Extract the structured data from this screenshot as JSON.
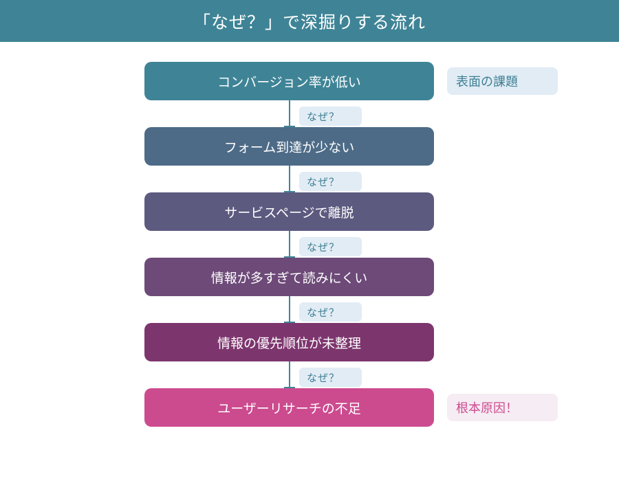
{
  "header": {
    "title": "「なぜ？」で深掘りする流れ"
  },
  "steps": [
    {
      "label": "コンバージョン率が低い",
      "color": "#3f8496"
    },
    {
      "label": "フォーム到達が少ない",
      "color": "#4d6b87"
    },
    {
      "label": "サービスページで離脱",
      "color": "#5d5a80"
    },
    {
      "label": "情報が多すぎて読みにくい",
      "color": "#6d4a78"
    },
    {
      "label": "情報の優先順位が未整理",
      "color": "#7d356e"
    },
    {
      "label": "ユーザーリサーチの不足",
      "color": "#cc4b8f"
    }
  ],
  "why_labels": [
    "なぜ？",
    "なぜ？",
    "なぜ？",
    "なぜ？",
    "なぜ？"
  ],
  "notes": {
    "surface": "表面の課題",
    "root": "根本原因！"
  },
  "colors": {
    "header_bg": "#3f8496",
    "connector": "#3f8496",
    "why_bg": "#e1ecf5",
    "why_text": "#3f7f93",
    "root_note_bg": "#f6ecf3",
    "root_note_text": "#cc4b8f"
  }
}
